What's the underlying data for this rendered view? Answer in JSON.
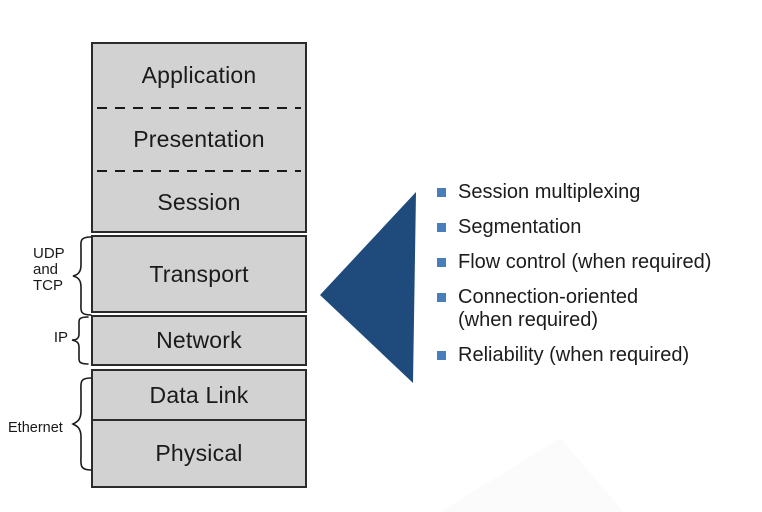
{
  "colors": {
    "box_fill": "#d2d2d2",
    "box_border": "#2b2b2b",
    "triangle": "#1f4b7c",
    "bullet_marker": "#4a7ebb",
    "text": "#1a1a1a"
  },
  "stack": {
    "upper_group": {
      "layers": [
        {
          "label": "Application"
        },
        {
          "label": "Presentation"
        },
        {
          "label": "Session"
        }
      ]
    },
    "transport": {
      "label": "Transport"
    },
    "network": {
      "label": "Network"
    },
    "lower_group": {
      "layers": [
        {
          "label": "Data Link"
        },
        {
          "label": "Physical"
        }
      ]
    }
  },
  "protocol_labels": {
    "transport": {
      "lines": [
        "UDP",
        "and",
        "TCP"
      ]
    },
    "network": {
      "label": "IP"
    },
    "data_link_physical": {
      "label": "Ethernet"
    }
  },
  "callout": {
    "bullets": [
      {
        "label": "Session multiplexing"
      },
      {
        "label": "Segmentation"
      },
      {
        "label": "Flow control (when required)"
      },
      {
        "label": "Connection-oriented (when required)"
      },
      {
        "label": "Reliability (when required)"
      }
    ]
  }
}
